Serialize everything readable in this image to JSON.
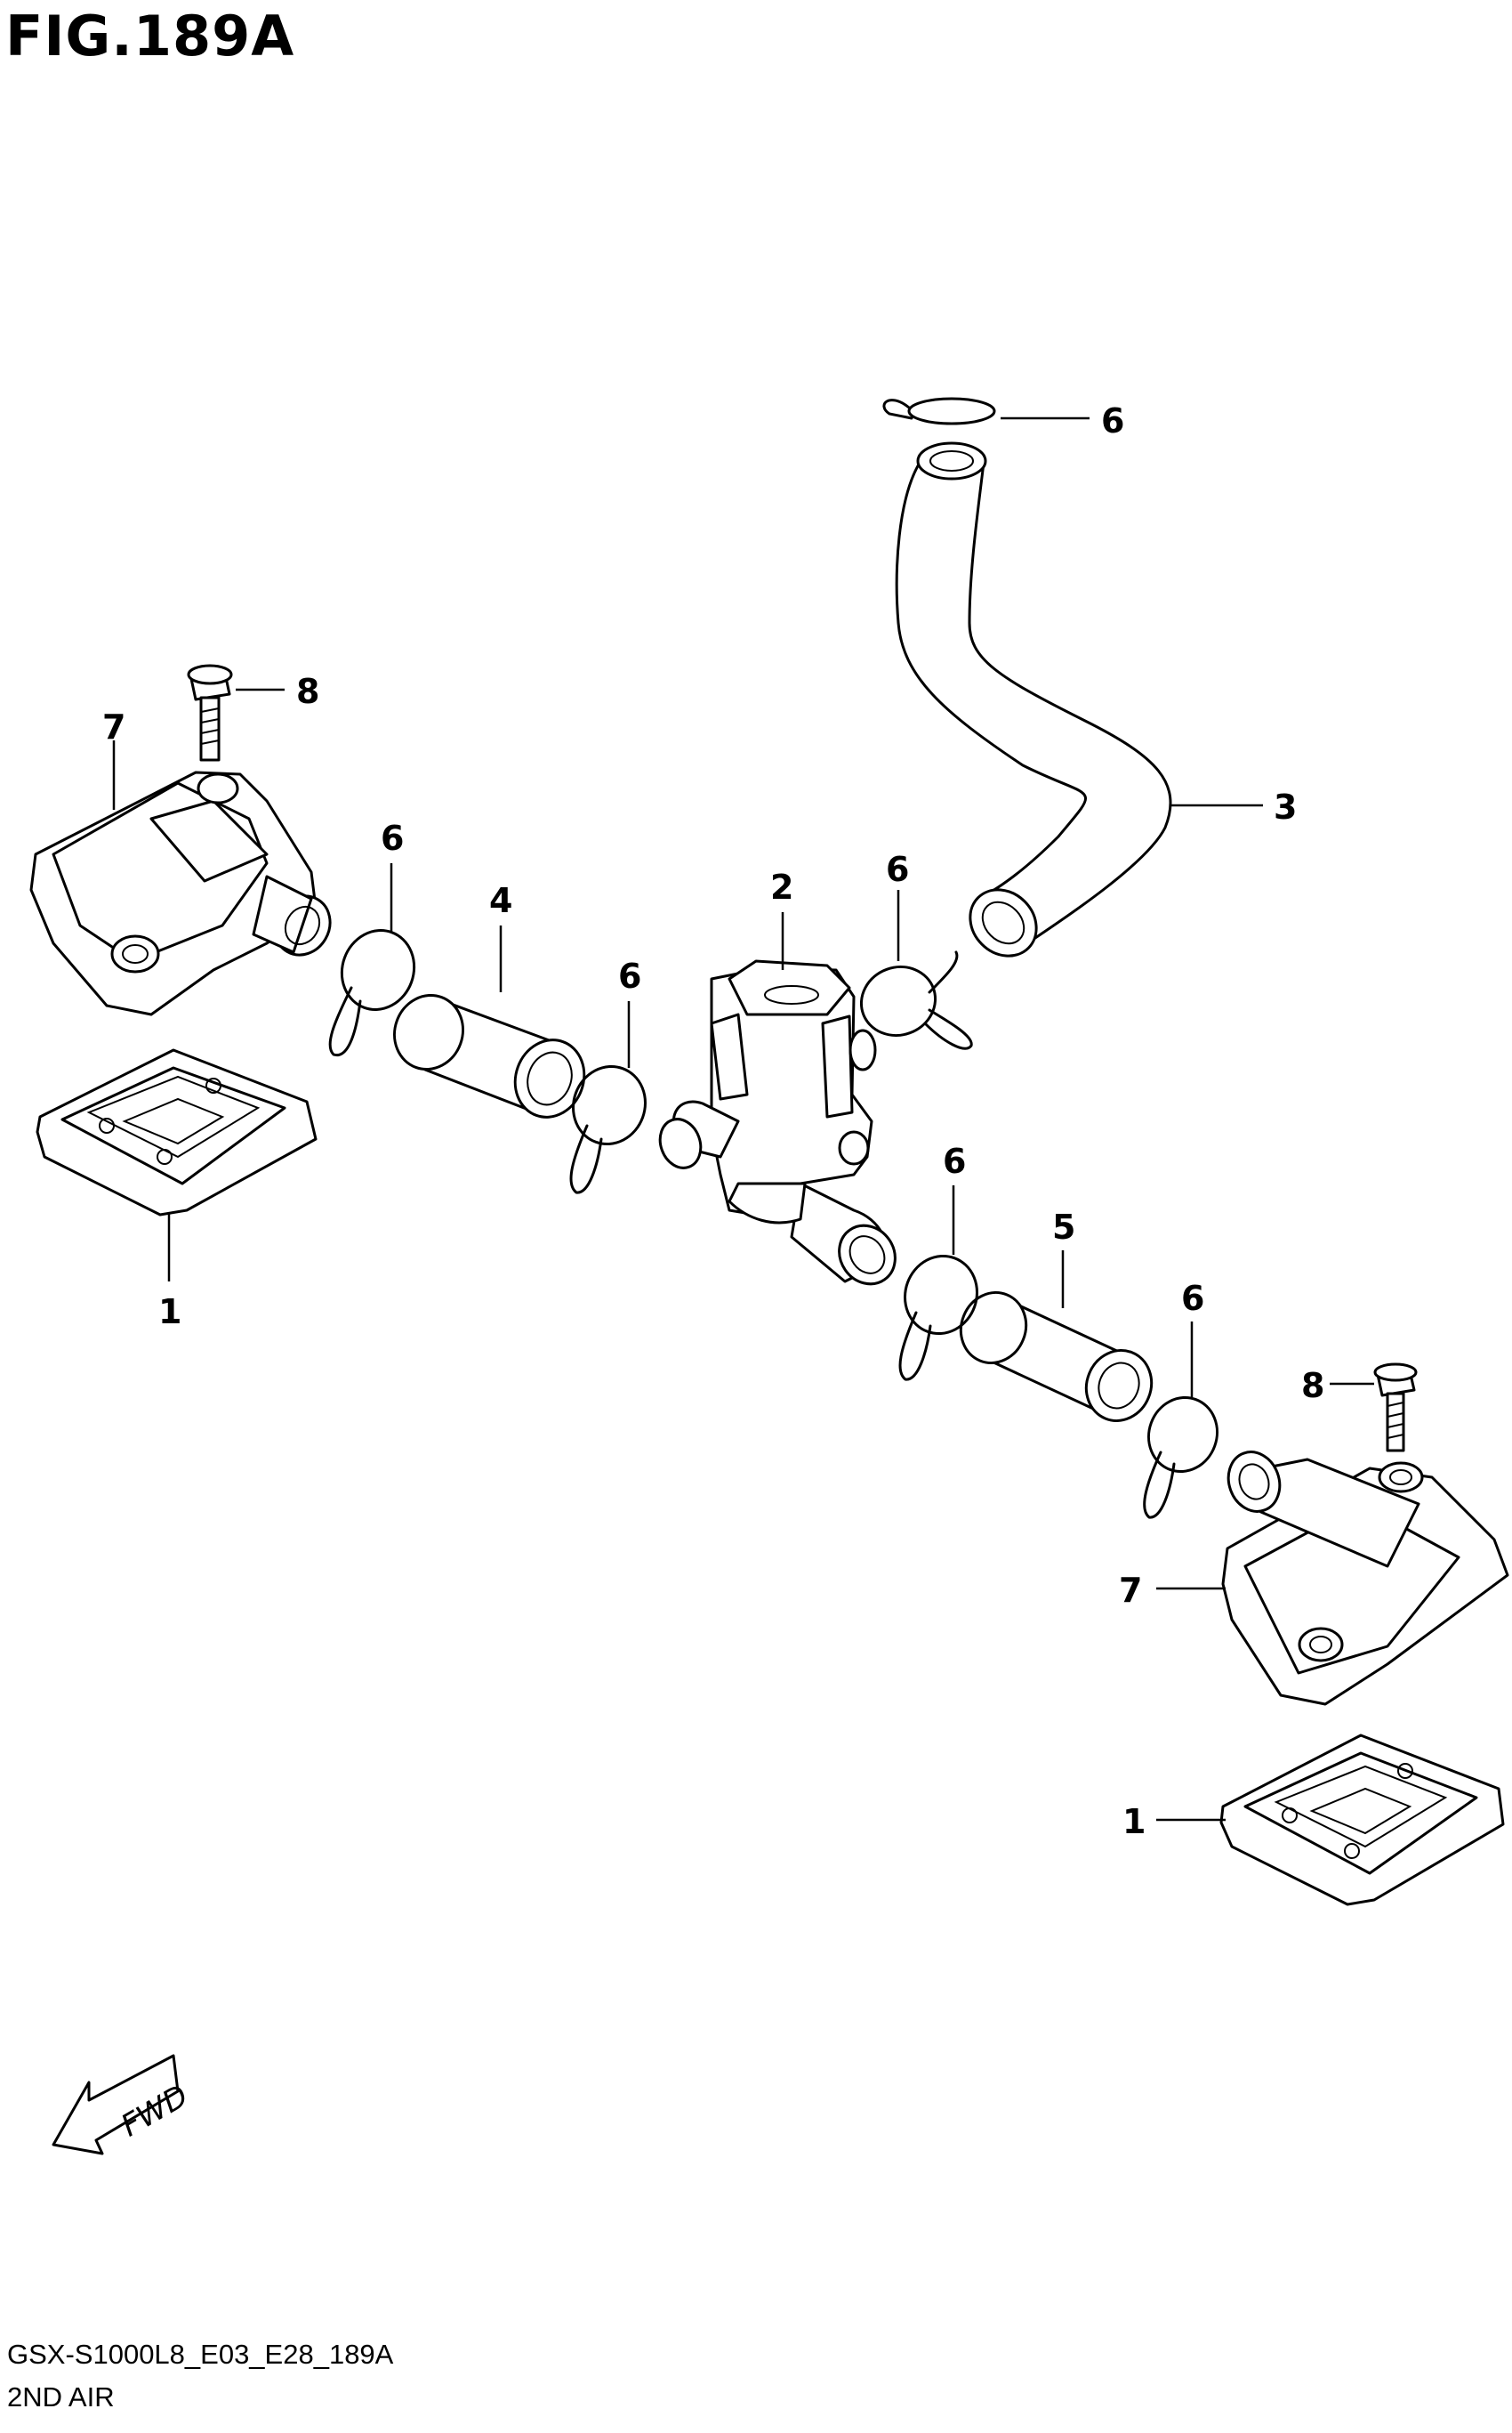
{
  "figure_title": "FIG.189A",
  "footer": {
    "code": "GSX-S1000L8_E03_E28_189A",
    "name": "2ND AIR"
  },
  "direction_label": "FWD",
  "callouts": {
    "reed_valve_left": "1",
    "reed_valve_right": "1",
    "pair_valve": "2",
    "hose_upper": "3",
    "hose_left": "4",
    "hose_right": "5",
    "clamp_top": "6",
    "clamp_left_a": "6",
    "clamp_left_b": "6",
    "clamp_center_upper": "6",
    "clamp_center_lower": "6",
    "clamp_right": "6",
    "cover_left": "7",
    "cover_right": "7",
    "bolt_left": "8",
    "bolt_right": "8"
  }
}
